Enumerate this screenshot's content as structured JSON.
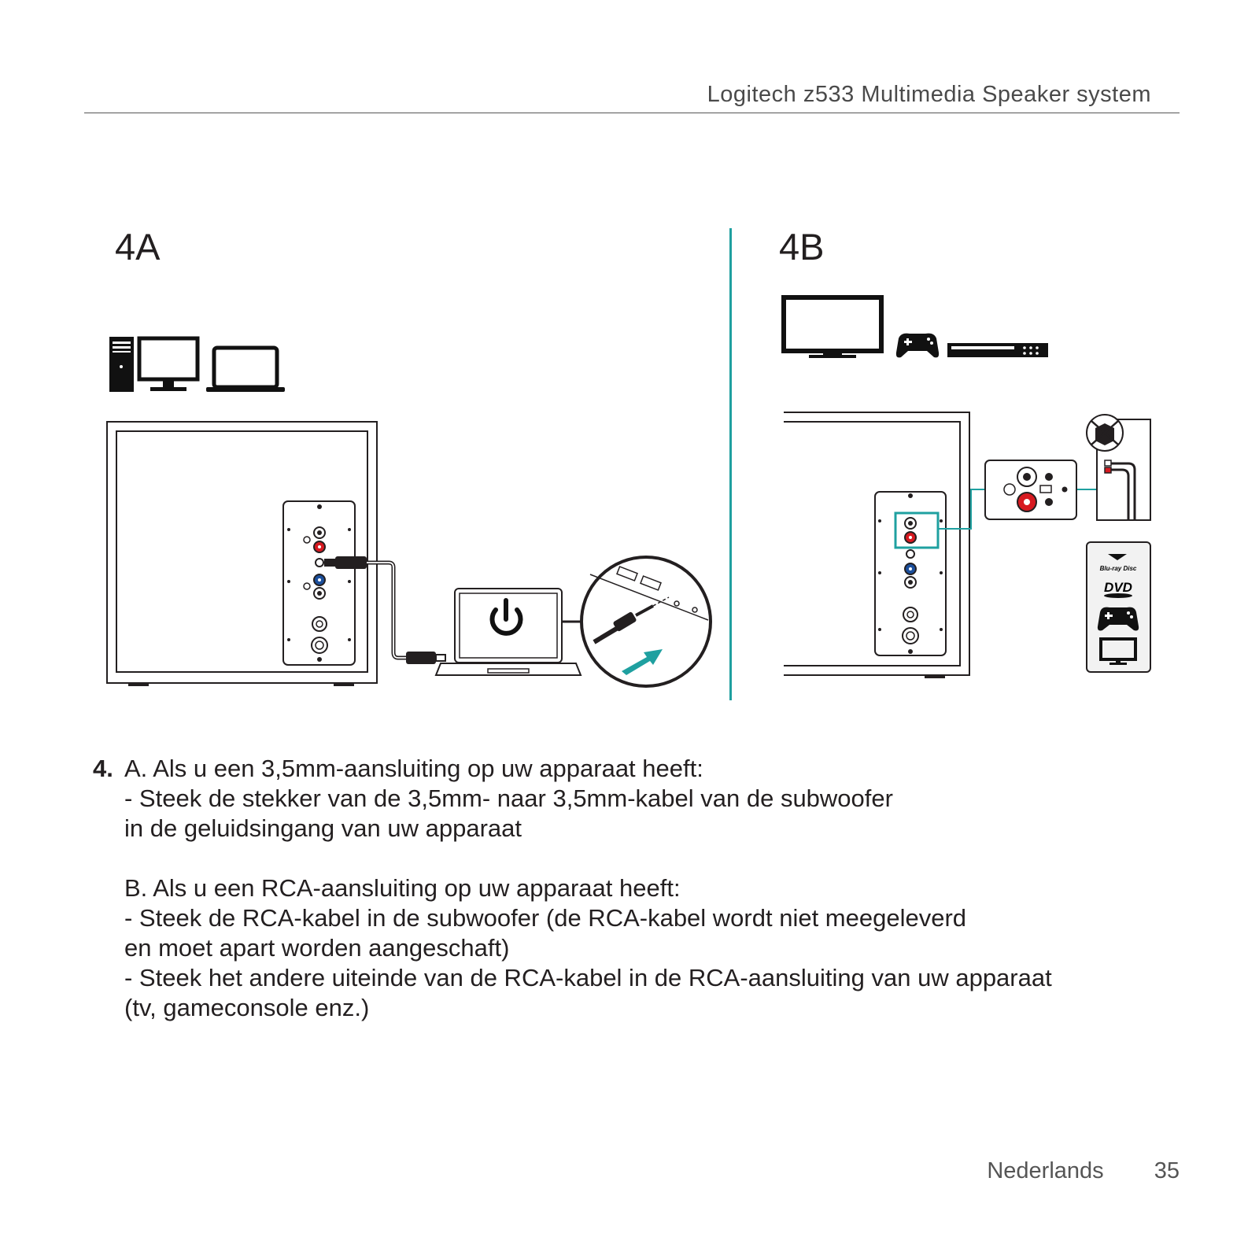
{
  "header": {
    "title": "Logitech z533 Multimedia Speaker system"
  },
  "steps": {
    "a_label": "4A",
    "b_label": "4B"
  },
  "illustration": {
    "icons_4a": [
      "pc-tower-icon",
      "monitor-icon",
      "laptop-icon"
    ],
    "icons_4b": [
      "tv-icon",
      "gamepad-icon",
      "dvd-player-icon"
    ],
    "media_icons": [
      "blu-ray-logo-icon",
      "dvd-logo-icon",
      "gamepad-icon",
      "tv-icon"
    ],
    "media_labels": {
      "bluray": "Blu-ray Disc",
      "dvd": "DVD"
    },
    "accent_color": "#1fa0a0",
    "rca_red": "#d71920",
    "rca_blue": "#1b4f9c"
  },
  "instructions": {
    "number": "4.",
    "part_a": {
      "line1": "A. Als u een 3,5mm-aansluiting op uw apparaat heeft:",
      "line2": "- Steek de stekker van de 3,5mm- naar 3,5mm-kabel van de subwoofer",
      "line3": "in de geluidsingang van uw apparaat"
    },
    "part_b": {
      "line1": "B. Als u een RCA-aansluiting op uw apparaat heeft:",
      "line2": "- Steek de RCA-kabel in de subwoofer (de RCA-kabel wordt niet meegeleverd",
      "line3": "en moet apart worden aangeschaft)",
      "line4": "- Steek het andere uiteinde van de RCA-kabel in de RCA-aansluiting van uw apparaat",
      "line5": "(tv, gameconsole enz.)"
    }
  },
  "footer": {
    "language": "Nederlands",
    "page_number": "35"
  }
}
